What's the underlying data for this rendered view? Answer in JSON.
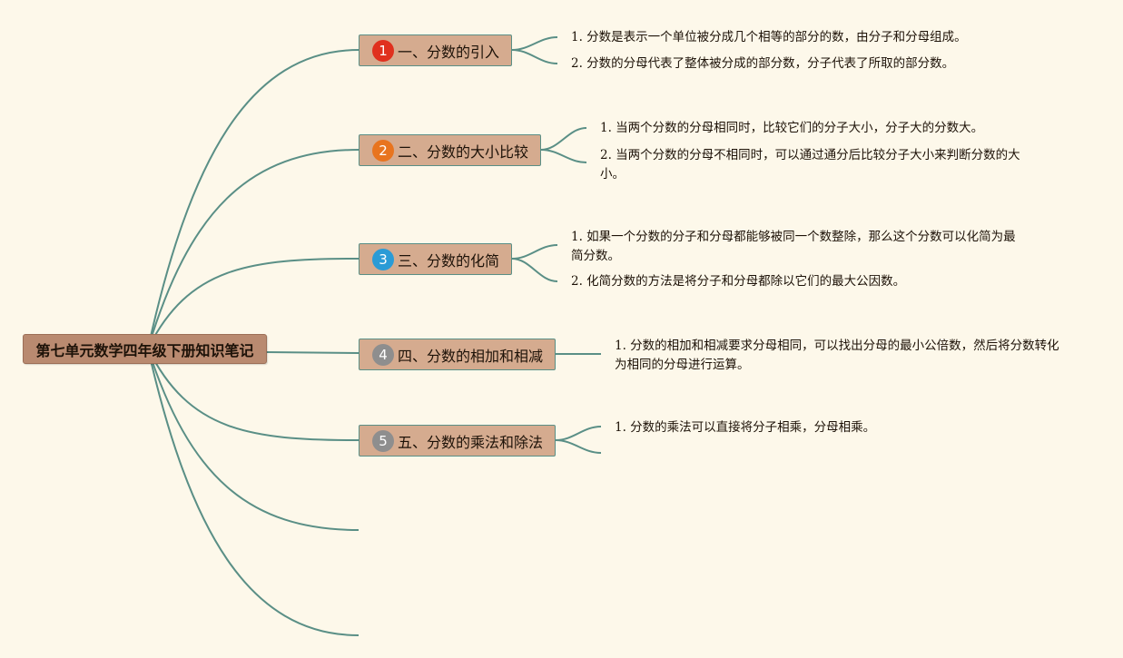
{
  "root": {
    "label": "第七单元数学四年级下册知识笔记"
  },
  "topics": [
    {
      "number": "1",
      "label": "一、分数的引入",
      "badge_color": "#e0301e",
      "notes": [
        "1. 分数是表示一个单位被分成几个相等的部分的数，由分子和分母组成。",
        "2. 分数的分母代表了整体被分成的部分数，分子代表了所取的部分数。"
      ]
    },
    {
      "number": "2",
      "label": "二、分数的大小比较",
      "badge_color": "#e8741e",
      "notes": [
        "1. 当两个分数的分母相同时，比较它们的分子大小，分子大的分数大。",
        "2. 当两个分数的分母不相同时，可以通过通分后比较分子大小来判断分数的大小。"
      ]
    },
    {
      "number": "3",
      "label": "三、分数的化简",
      "badge_color": "#2a9bd6",
      "notes": [
        "1. 如果一个分数的分子和分母都能够被同一个数整除，那么这个分数可以化简为最简分数。",
        "2. 化简分数的方法是将分子和分母都除以它们的最大公因数。"
      ]
    },
    {
      "number": "4",
      "label": "四、分数的相加和相减",
      "badge_color": "#8e8e8e",
      "notes": [
        "1. 分数的相加和相减要求分母相同，可以找出分母的最小公倍数，然后将分数转化为相同的分母进行运算。"
      ]
    },
    {
      "number": "5",
      "label": "五、分数的乘法和除法",
      "badge_color": "#8e8e8e",
      "notes": [
        "1. 分数的乘法可以直接将分子相乘，分母相乘。"
      ]
    }
  ],
  "colors": {
    "line": "#5a8f86",
    "background": "#fdf8ea",
    "root": "#b98a70",
    "topic": "#d5ab8f"
  }
}
